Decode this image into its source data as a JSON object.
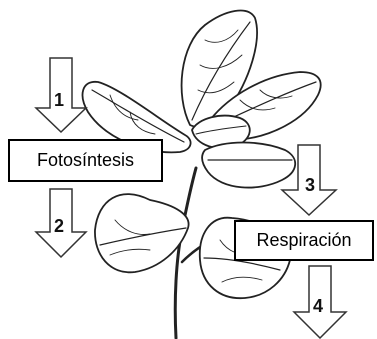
{
  "labels": {
    "fotosintesis": "Fotosíntesis",
    "respiracion": "Respiración"
  },
  "arrows": {
    "n1": "1",
    "n2": "2",
    "n3": "3",
    "n4": "4"
  }
}
